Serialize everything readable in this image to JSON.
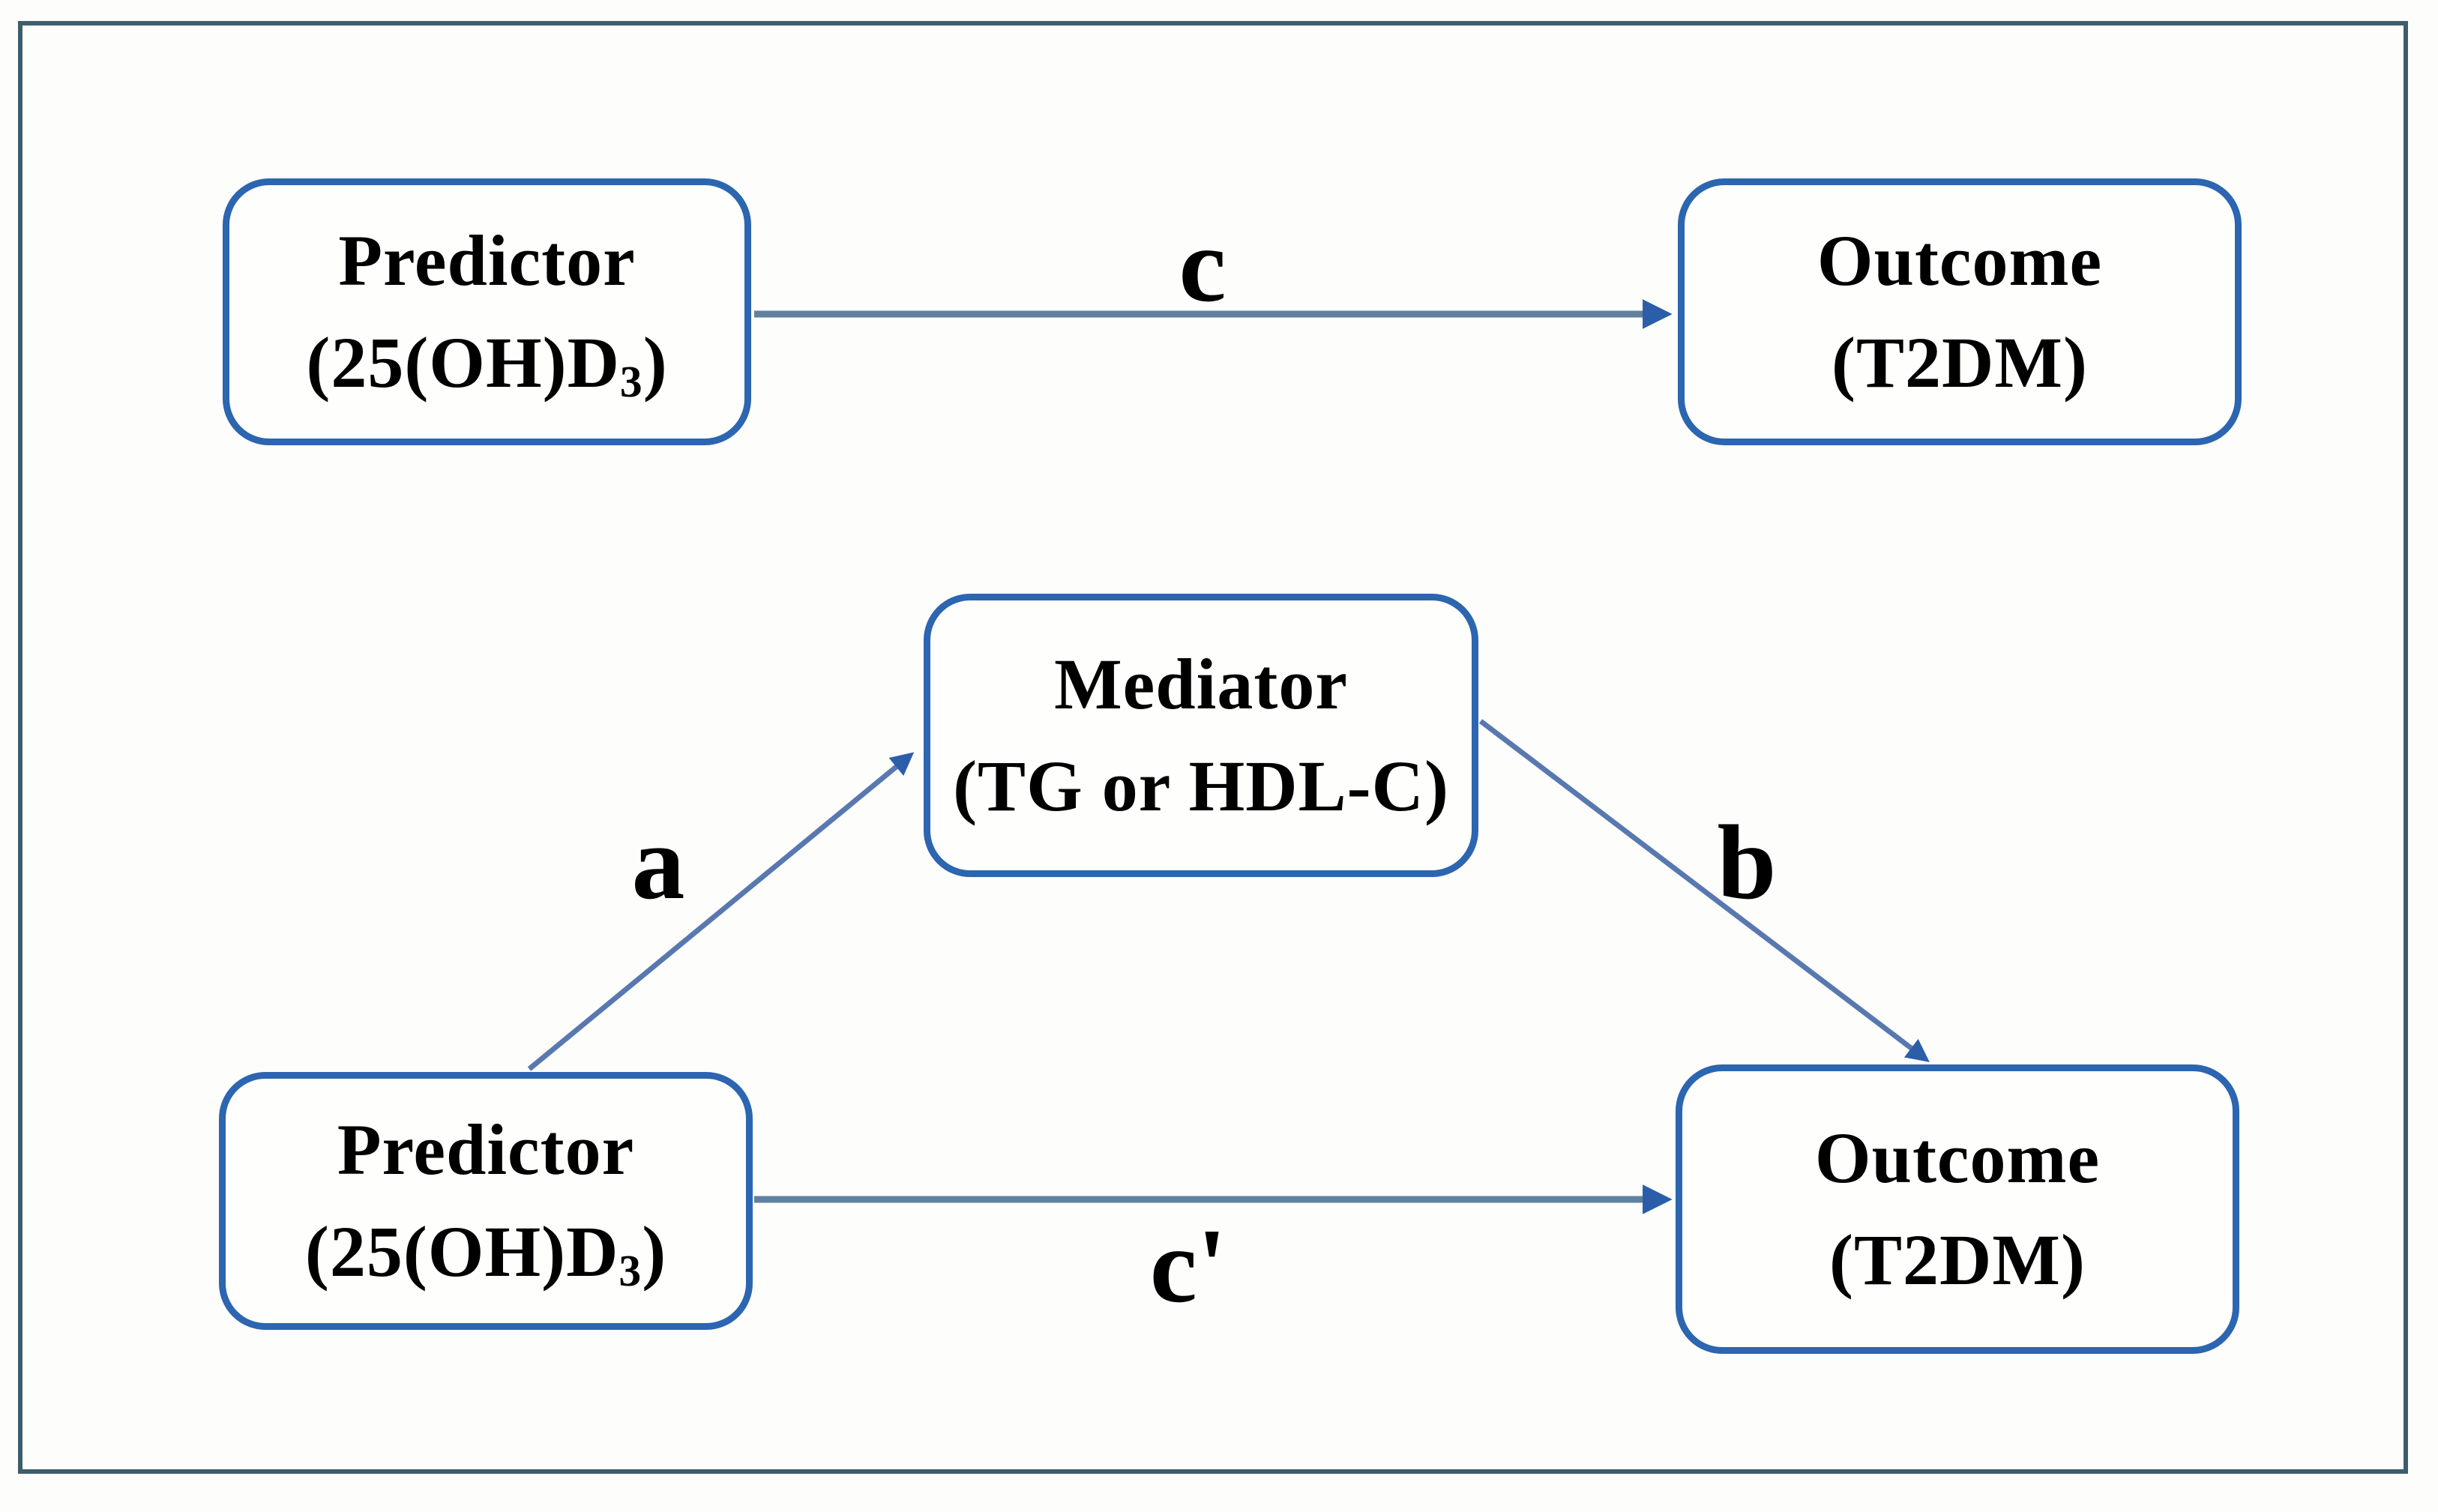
{
  "figure": {
    "type": "mediation-path-diagram",
    "colors": {
      "frame": "#3e5d6c",
      "box-border": "#2c65b0",
      "arrow": "#60809f",
      "arrow-diagonal": "#5978b0",
      "arrowhead": "#2b5da9",
      "text": "#000000"
    },
    "nodes": {
      "predictor_top": {
        "line1": "Predictor",
        "line2_pre": "(25(OH)D",
        "line2_sub": "3",
        "line2_post": ")"
      },
      "outcome_top": {
        "line1": "Outcome",
        "line2": "(T2DM)"
      },
      "mediator": {
        "line1": "Mediator",
        "line2": "(TG or HDL-C)"
      },
      "predictor_bottom": {
        "line1": "Predictor",
        "line2_pre": "(25(OH)D",
        "line2_sub": "3",
        "line2_post": ")"
      },
      "outcome_bottom": {
        "line1": "Outcome",
        "line2": "(T2DM)"
      }
    },
    "path_labels": {
      "c_total": "c",
      "a": "a",
      "b": "b",
      "c_direct": "c'"
    }
  }
}
